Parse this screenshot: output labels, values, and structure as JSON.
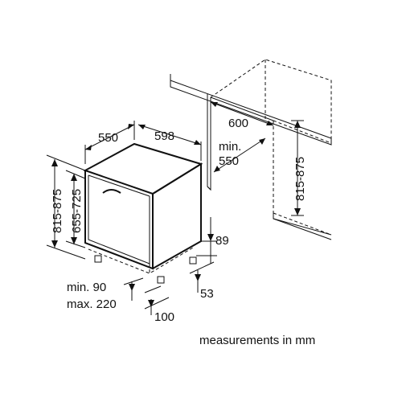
{
  "labels": {
    "depth": "550",
    "width": "598",
    "niche_width": "600",
    "niche_depth_prefix": "min.",
    "niche_depth_value": "550",
    "height_outer": "815-875",
    "height_inner": "655-725",
    "niche_height": "815-875",
    "plinth_height": "89",
    "foot_offset": "53",
    "plinth_min": "min. 90",
    "plinth_max": "max. 220",
    "plinth_depth": "100",
    "units_note": "measurements in mm"
  },
  "colors": {
    "line": "#111111",
    "background": "#ffffff"
  }
}
